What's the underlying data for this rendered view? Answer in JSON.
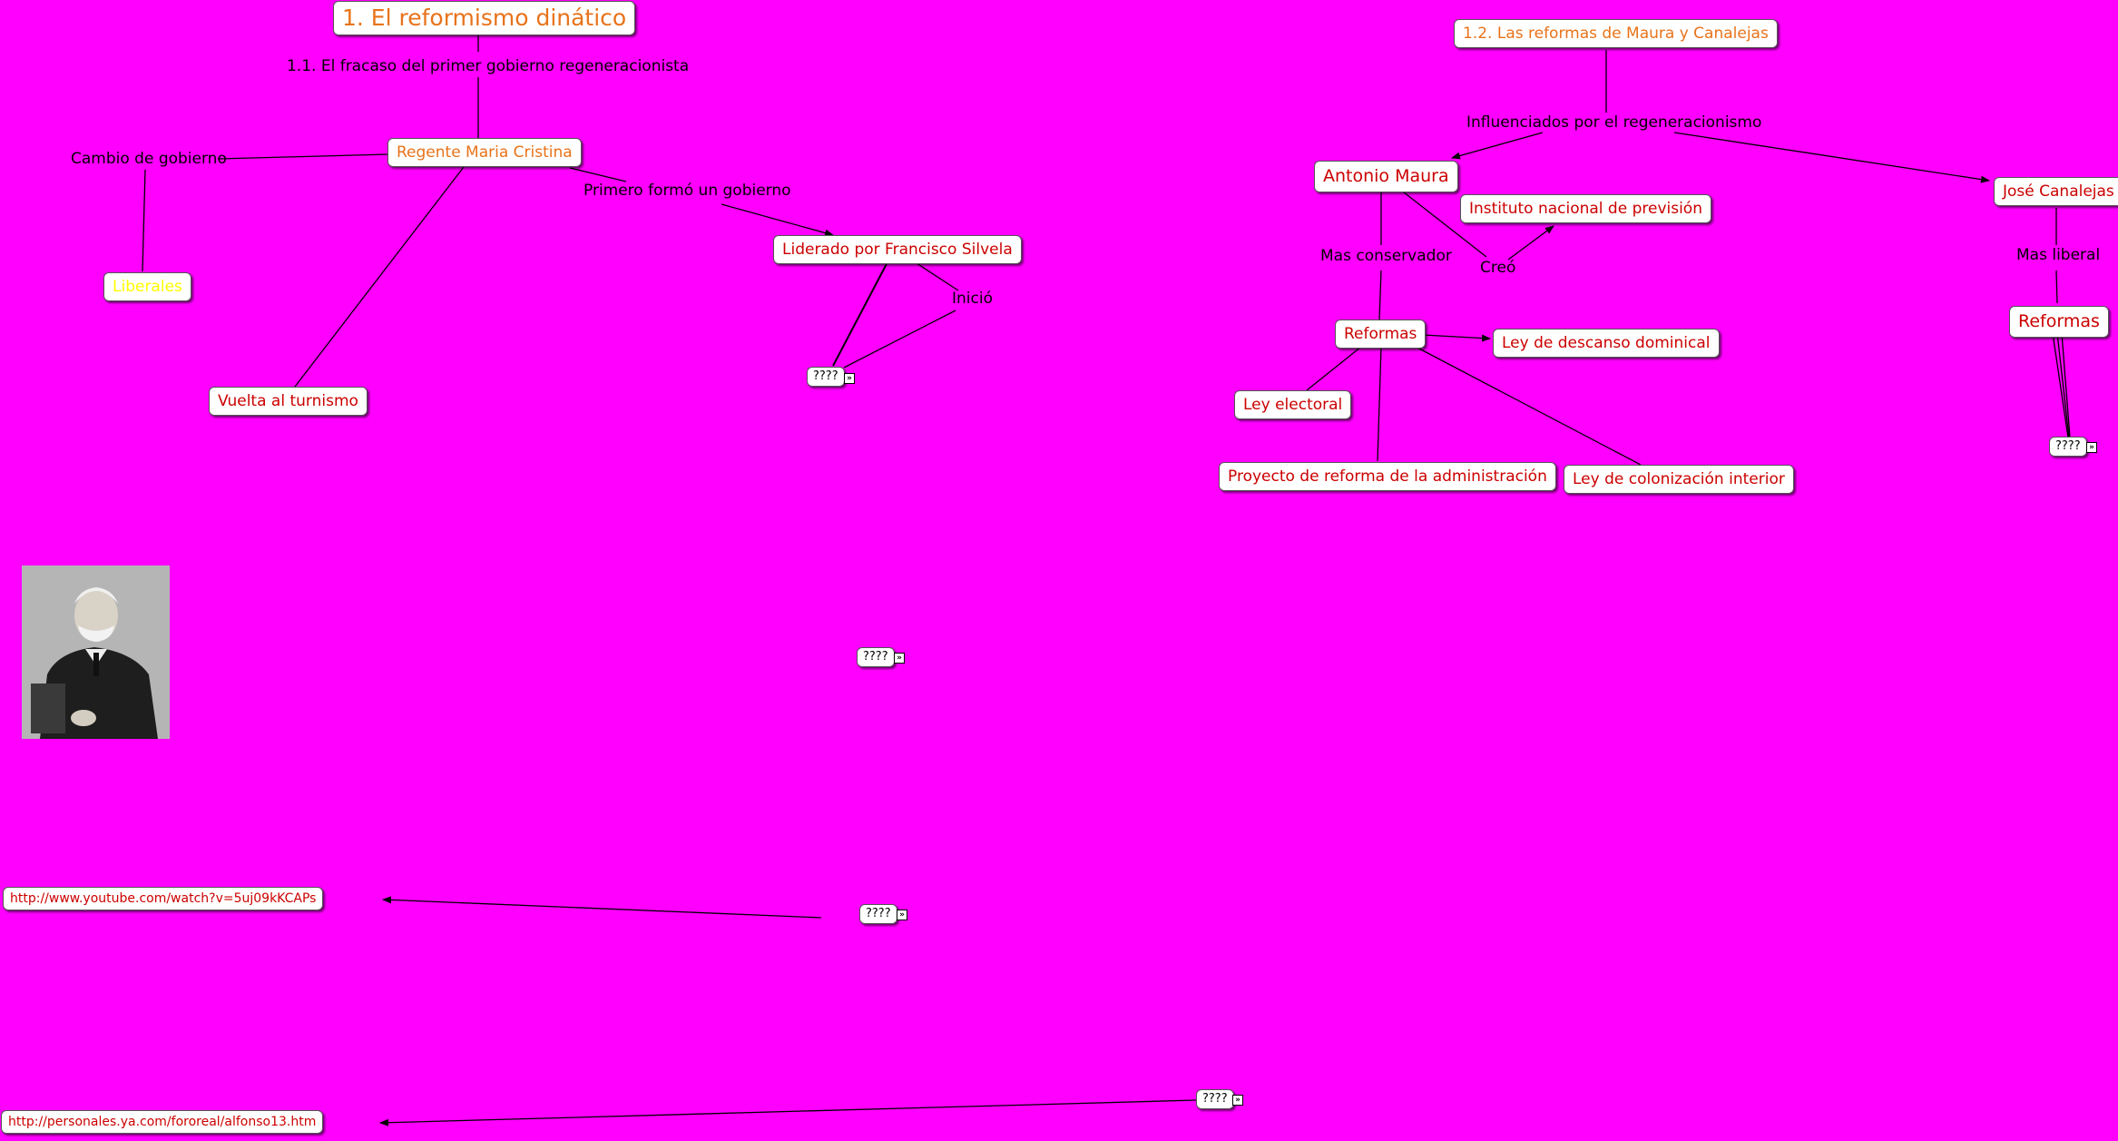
{
  "colors": {
    "background": "#ff00ff",
    "node_text": "#cc0000",
    "accent_orange": "#e8731a",
    "accent_yellow": "#ffff00"
  },
  "nodes": {
    "title1": "1. El reformismo dinático",
    "regente": "Regente Maria Cristina",
    "liberales": "Liberales",
    "vuelta": "Vuelta al turnismo",
    "silvela": "Liderado por Francisco Silvela",
    "title2": "1.2. Las reformas de Maura y Canalejas",
    "maura": "Antonio Maura",
    "instituto": "Instituto nacional de previsión",
    "reformas1": "Reformas",
    "descanso": "Ley de descanso dominical",
    "electoral": "Ley electoral",
    "proyecto": "Proyecto de reforma de la administración",
    "colonizacion": "Ley de colonización interior",
    "canalejas": "José Canalejas",
    "reformas2": "Reformas",
    "url1": "http://www.youtube.com/watch?v=5uj09kKCAPs",
    "url2": "http://personales.ya.com/fororeal/alfonso13.htm"
  },
  "labels": {
    "fracaso": "1.1. El fracaso del primer gobierno regeneracionista",
    "cambio": "Cambio de gobierno",
    "primero": "Primero formó un gobierno",
    "inicio": "Inició",
    "influenciados": "Influenciados por el regeneracionismo",
    "conservador": "Mas conservador",
    "creo": "Creó",
    "liberal": "Mas liberal"
  },
  "resources": {
    "r1": "????",
    "r2": "????",
    "r3": "????",
    "r4": "????",
    "r5": "????"
  },
  "icons": {
    "resource": "double-chevron-icon",
    "photo": "portrait-photo"
  }
}
